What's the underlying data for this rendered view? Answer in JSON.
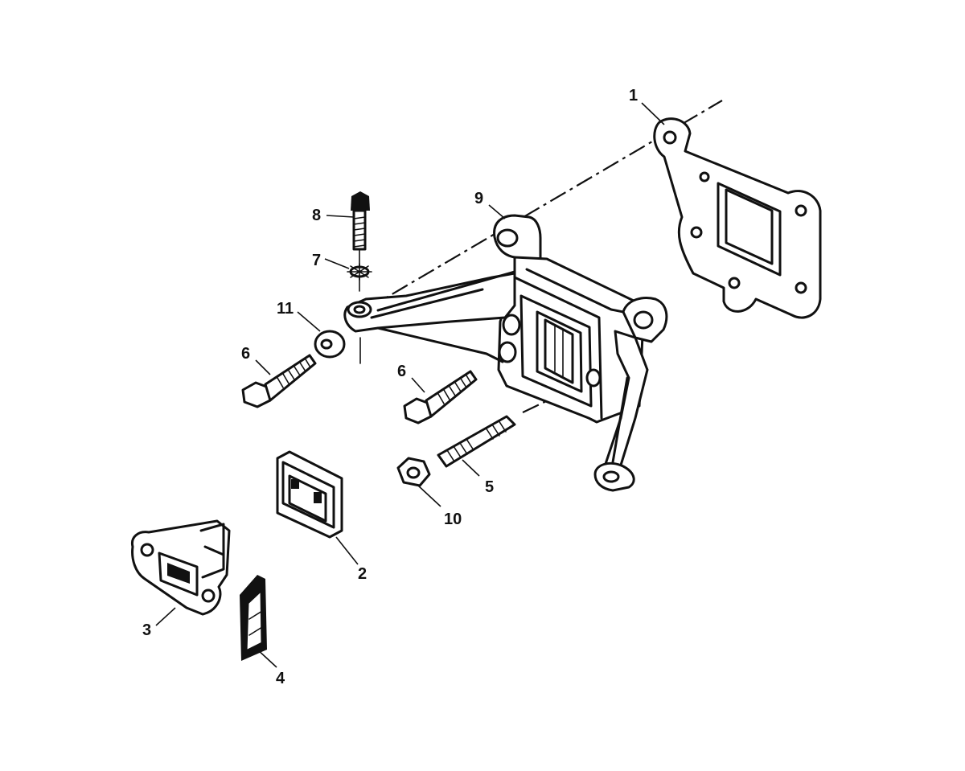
{
  "diagram": {
    "callouts": {
      "c1": "1",
      "c2": "2",
      "c3": "3",
      "c4": "4",
      "c5": "5",
      "c6a": "6",
      "c6b": "6",
      "c7": "7",
      "c8": "8",
      "c9": "9",
      "c10": "10",
      "c11": "11"
    },
    "parts": {
      "p1": "gasket",
      "p2": "reed-block-seal",
      "p3": "reed-block",
      "p4": "reed-petal",
      "p5": "stud",
      "p6": "bolt",
      "p7": "lock-washer",
      "p8": "bolt",
      "p9": "intake-manifold",
      "p10": "nut",
      "p11": "washer"
    }
  }
}
